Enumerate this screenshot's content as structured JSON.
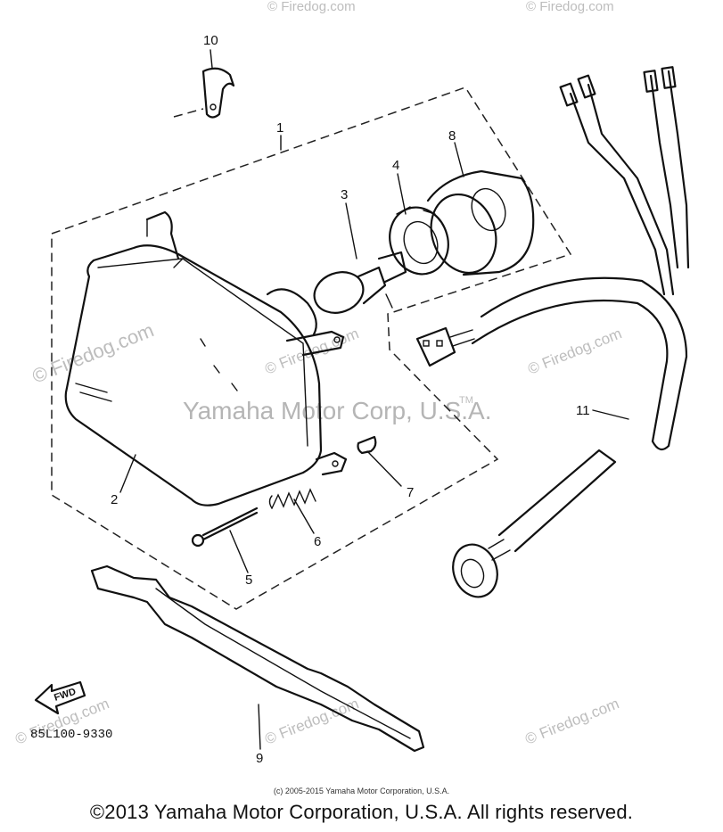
{
  "callouts": {
    "c1": "1",
    "c2": "2",
    "c3": "3",
    "c4": "4",
    "c5": "5",
    "c6": "6",
    "c7": "7",
    "c8": "8",
    "c9": "9",
    "c10": "10",
    "c11": "11"
  },
  "watermarks": {
    "center": "Yamaha Motor Corp, U.S.A.",
    "tm": "TM",
    "site": "© Firedog.com"
  },
  "fwd_label": "FWD",
  "diagram_ref": "85L100-9330",
  "footer": {
    "small": "(c) 2005-2015 Yamaha Motor Corporation, U.S.A.",
    "main": "©2013 Yamaha Motor Corporation, U.S.A. All rights reserved."
  }
}
